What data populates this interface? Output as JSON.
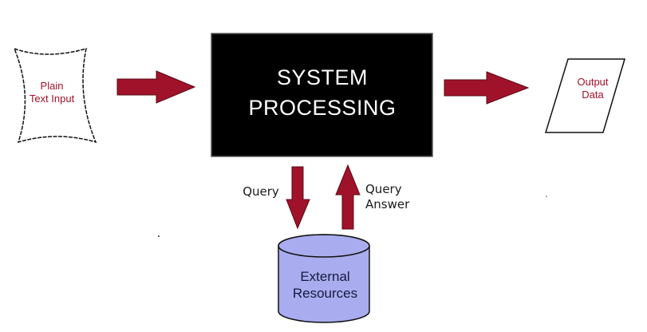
{
  "nodes": {
    "input": {
      "line1": "Plain",
      "line2": "Text Input"
    },
    "system": {
      "line1": "SYSTEM",
      "line2": "PROCESSING"
    },
    "output": {
      "line1": "Output",
      "line2": "Data"
    },
    "external": {
      "line1": "External",
      "line2": "Resources"
    }
  },
  "edges": {
    "query": "Query",
    "answer_line1": "Query",
    "answer_line2": "Answer"
  },
  "colors": {
    "arrow": "#a0122a",
    "accent_text": "#a0122a",
    "system_fill": "#000000",
    "cylinder_fill": "#a9acee",
    "cylinder_text": "#151a40"
  }
}
